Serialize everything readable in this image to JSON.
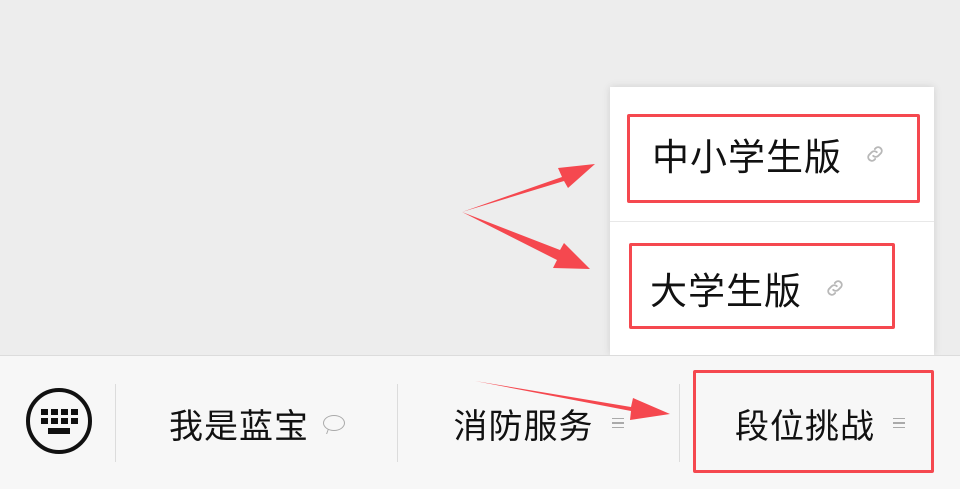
{
  "menu_bar": {
    "keyboard_toggle": "keyboard-icon",
    "items": [
      {
        "label": "我是蓝宝",
        "icon": "chat-bubble-icon"
      },
      {
        "label": "消防服务",
        "icon": "submenu-lines-icon"
      },
      {
        "label": "段位挑战",
        "icon": "submenu-lines-icon"
      }
    ]
  },
  "submenu": {
    "parent": "段位挑战",
    "items": [
      {
        "label": "中小学生版",
        "icon": "link-icon"
      },
      {
        "label": "大学生版",
        "icon": "link-icon"
      }
    ]
  },
  "annotations": {
    "color": "#f5484f",
    "boxes": [
      "中小学生版",
      "大学生版",
      "段位挑战"
    ],
    "arrows": 3
  }
}
